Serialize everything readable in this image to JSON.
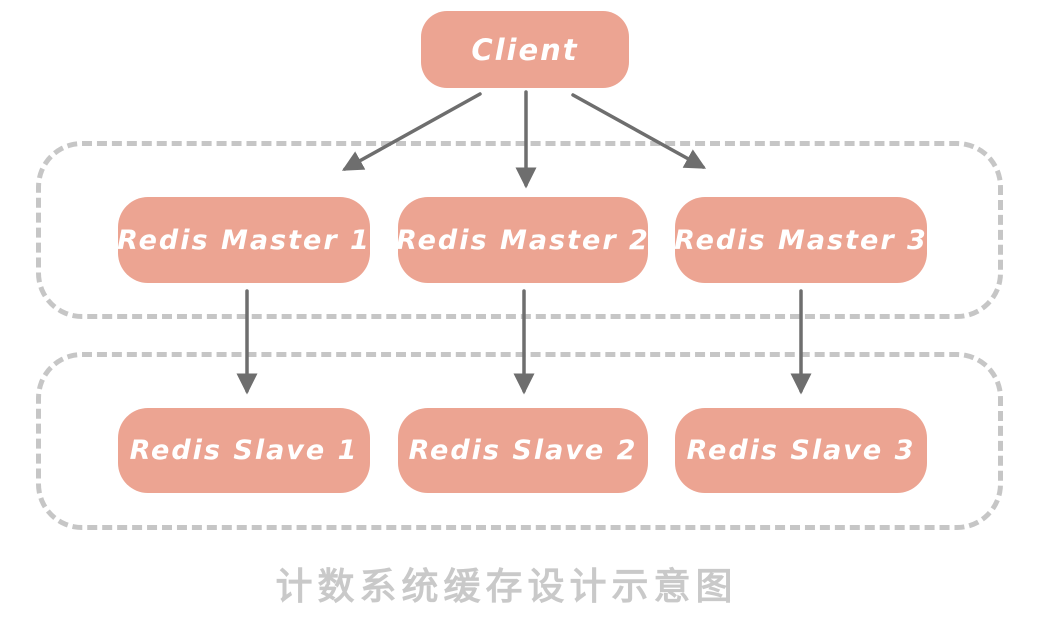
{
  "diagram": {
    "caption": "计数系统缓存设计示意图",
    "client": {
      "label": "Client"
    },
    "master_group": {
      "name": "redis-masters",
      "nodes": [
        {
          "label": "Redis Master 1"
        },
        {
          "label": "Redis Master 2"
        },
        {
          "label": "Redis Master 3"
        }
      ]
    },
    "slave_group": {
      "name": "redis-slaves",
      "nodes": [
        {
          "label": "Redis Slave 1"
        },
        {
          "label": "Redis Slave 2"
        },
        {
          "label": "Redis Slave 3"
        }
      ]
    },
    "edges": [
      {
        "from": "Client",
        "to": "Redis Master 1"
      },
      {
        "from": "Client",
        "to": "Redis Master 2"
      },
      {
        "from": "Client",
        "to": "Redis Master 3"
      },
      {
        "from": "Redis Master 1",
        "to": "Redis Slave 1"
      },
      {
        "from": "Redis Master 2",
        "to": "Redis Slave 2"
      },
      {
        "from": "Redis Master 3",
        "to": "Redis Slave 3"
      }
    ],
    "colors": {
      "node_fill": "#eca492",
      "node_text": "#ffffff",
      "group_border": "#c6c6c6",
      "arrow": "#6e6e6e",
      "caption_text": "#c9c9c9"
    }
  }
}
